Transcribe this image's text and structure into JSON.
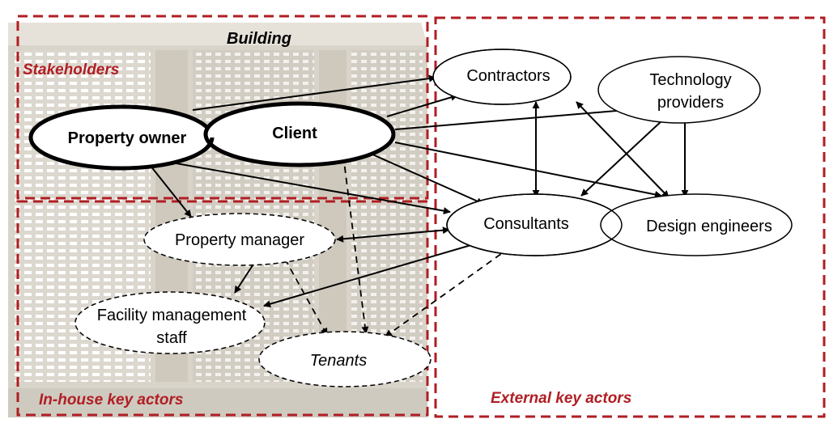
{
  "regions": {
    "building": "Building",
    "stakeholders": "Stakeholders",
    "in_house": "In-house key actors",
    "external": "External key actors"
  },
  "nodes": {
    "property_owner": "Property owner",
    "client": "Client",
    "contractors": "Contractors",
    "technology_providers_line1": "Technology",
    "technology_providers_line2": "providers",
    "consultants": "Consultants",
    "design_engineers": "Design engineers",
    "property_manager": "Property manager",
    "facility_staff_line1": "Facility management",
    "facility_staff_line2": "staff",
    "tenants": "Tenants"
  },
  "colors": {
    "region_border": "#b01e23",
    "region_label": "#b01e23",
    "building_base": "#dcd8cf",
    "building_shade": "#c9c4b9",
    "window": "#ffffff",
    "stroke": "#000000"
  }
}
